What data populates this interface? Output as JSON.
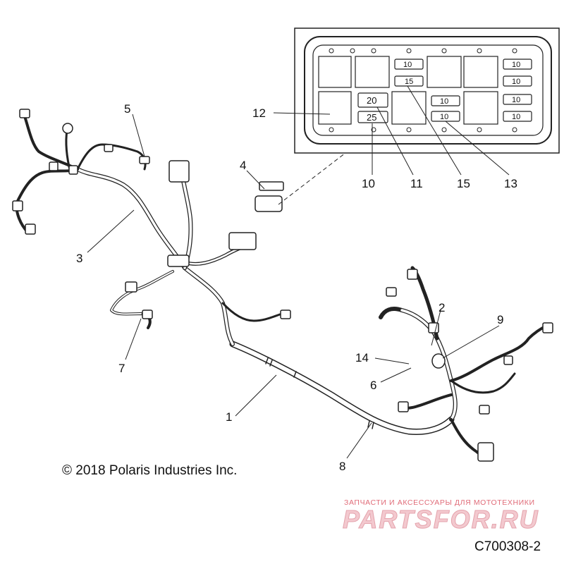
{
  "callouts": {
    "c1": "1",
    "c2": "2",
    "c3": "3",
    "c4": "4",
    "c5": "5",
    "c6": "6",
    "c7": "7",
    "c8": "8",
    "c9": "9",
    "c10": "10",
    "c11": "11",
    "c12": "12",
    "c13": "13",
    "c14": "14",
    "c15": "15"
  },
  "fuses": {
    "f_top_mid": "10",
    "f_mid_15": "15",
    "f_20": "20",
    "f_25": "25",
    "f_13a": "10",
    "f_13b": "10",
    "f_right_1": "10",
    "f_right_2": "10",
    "f_right_3": "10",
    "f_right_4": "10"
  },
  "footer": {
    "copyright": "© 2018 Polaris Industries Inc.",
    "diagram_code": "C700308-2"
  },
  "watermark": {
    "tagline": "ЗАПЧАСТИ И АКСЕССУАРЫ ДЛЯ МОТОТЕХНИКИ",
    "brand": "PARTSFOR.RU"
  },
  "colors": {
    "ink": "#111111",
    "watermark_accent": "#e06b78"
  }
}
